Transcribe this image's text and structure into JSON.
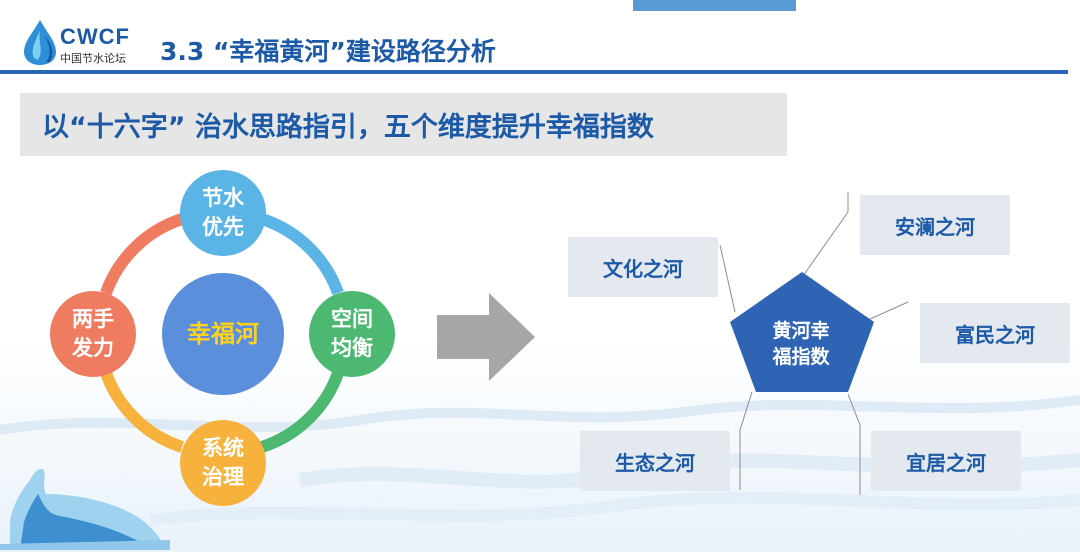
{
  "header": {
    "logo_text": "CWCF",
    "logo_subtitle": "中国节水论坛",
    "section_title": "3.3 “幸福黄河”建设路径分析"
  },
  "banner": {
    "text": "以“十六字” 治水思路指引，五个维度提升幸福指数"
  },
  "cycle": {
    "center": "幸福河",
    "nodes": [
      {
        "line1": "节水",
        "line2": "优先",
        "color": "#5ab4e6"
      },
      {
        "line1": "空间",
        "line2": "均衡",
        "color": "#4cb872"
      },
      {
        "line1": "系统",
        "line2": "治理",
        "color": "#f6b23c"
      },
      {
        "line1": "两手",
        "line2": "发力",
        "color": "#ef7c61"
      }
    ]
  },
  "pentagon": {
    "line1": "黄河幸",
    "line2": "福指数",
    "color": "#2f64b4"
  },
  "dimensions": {
    "culture": "文化之河",
    "safety": "安澜之河",
    "wealth": "富民之河",
    "ecology": "生态之河",
    "livable": "宜居之河"
  }
}
